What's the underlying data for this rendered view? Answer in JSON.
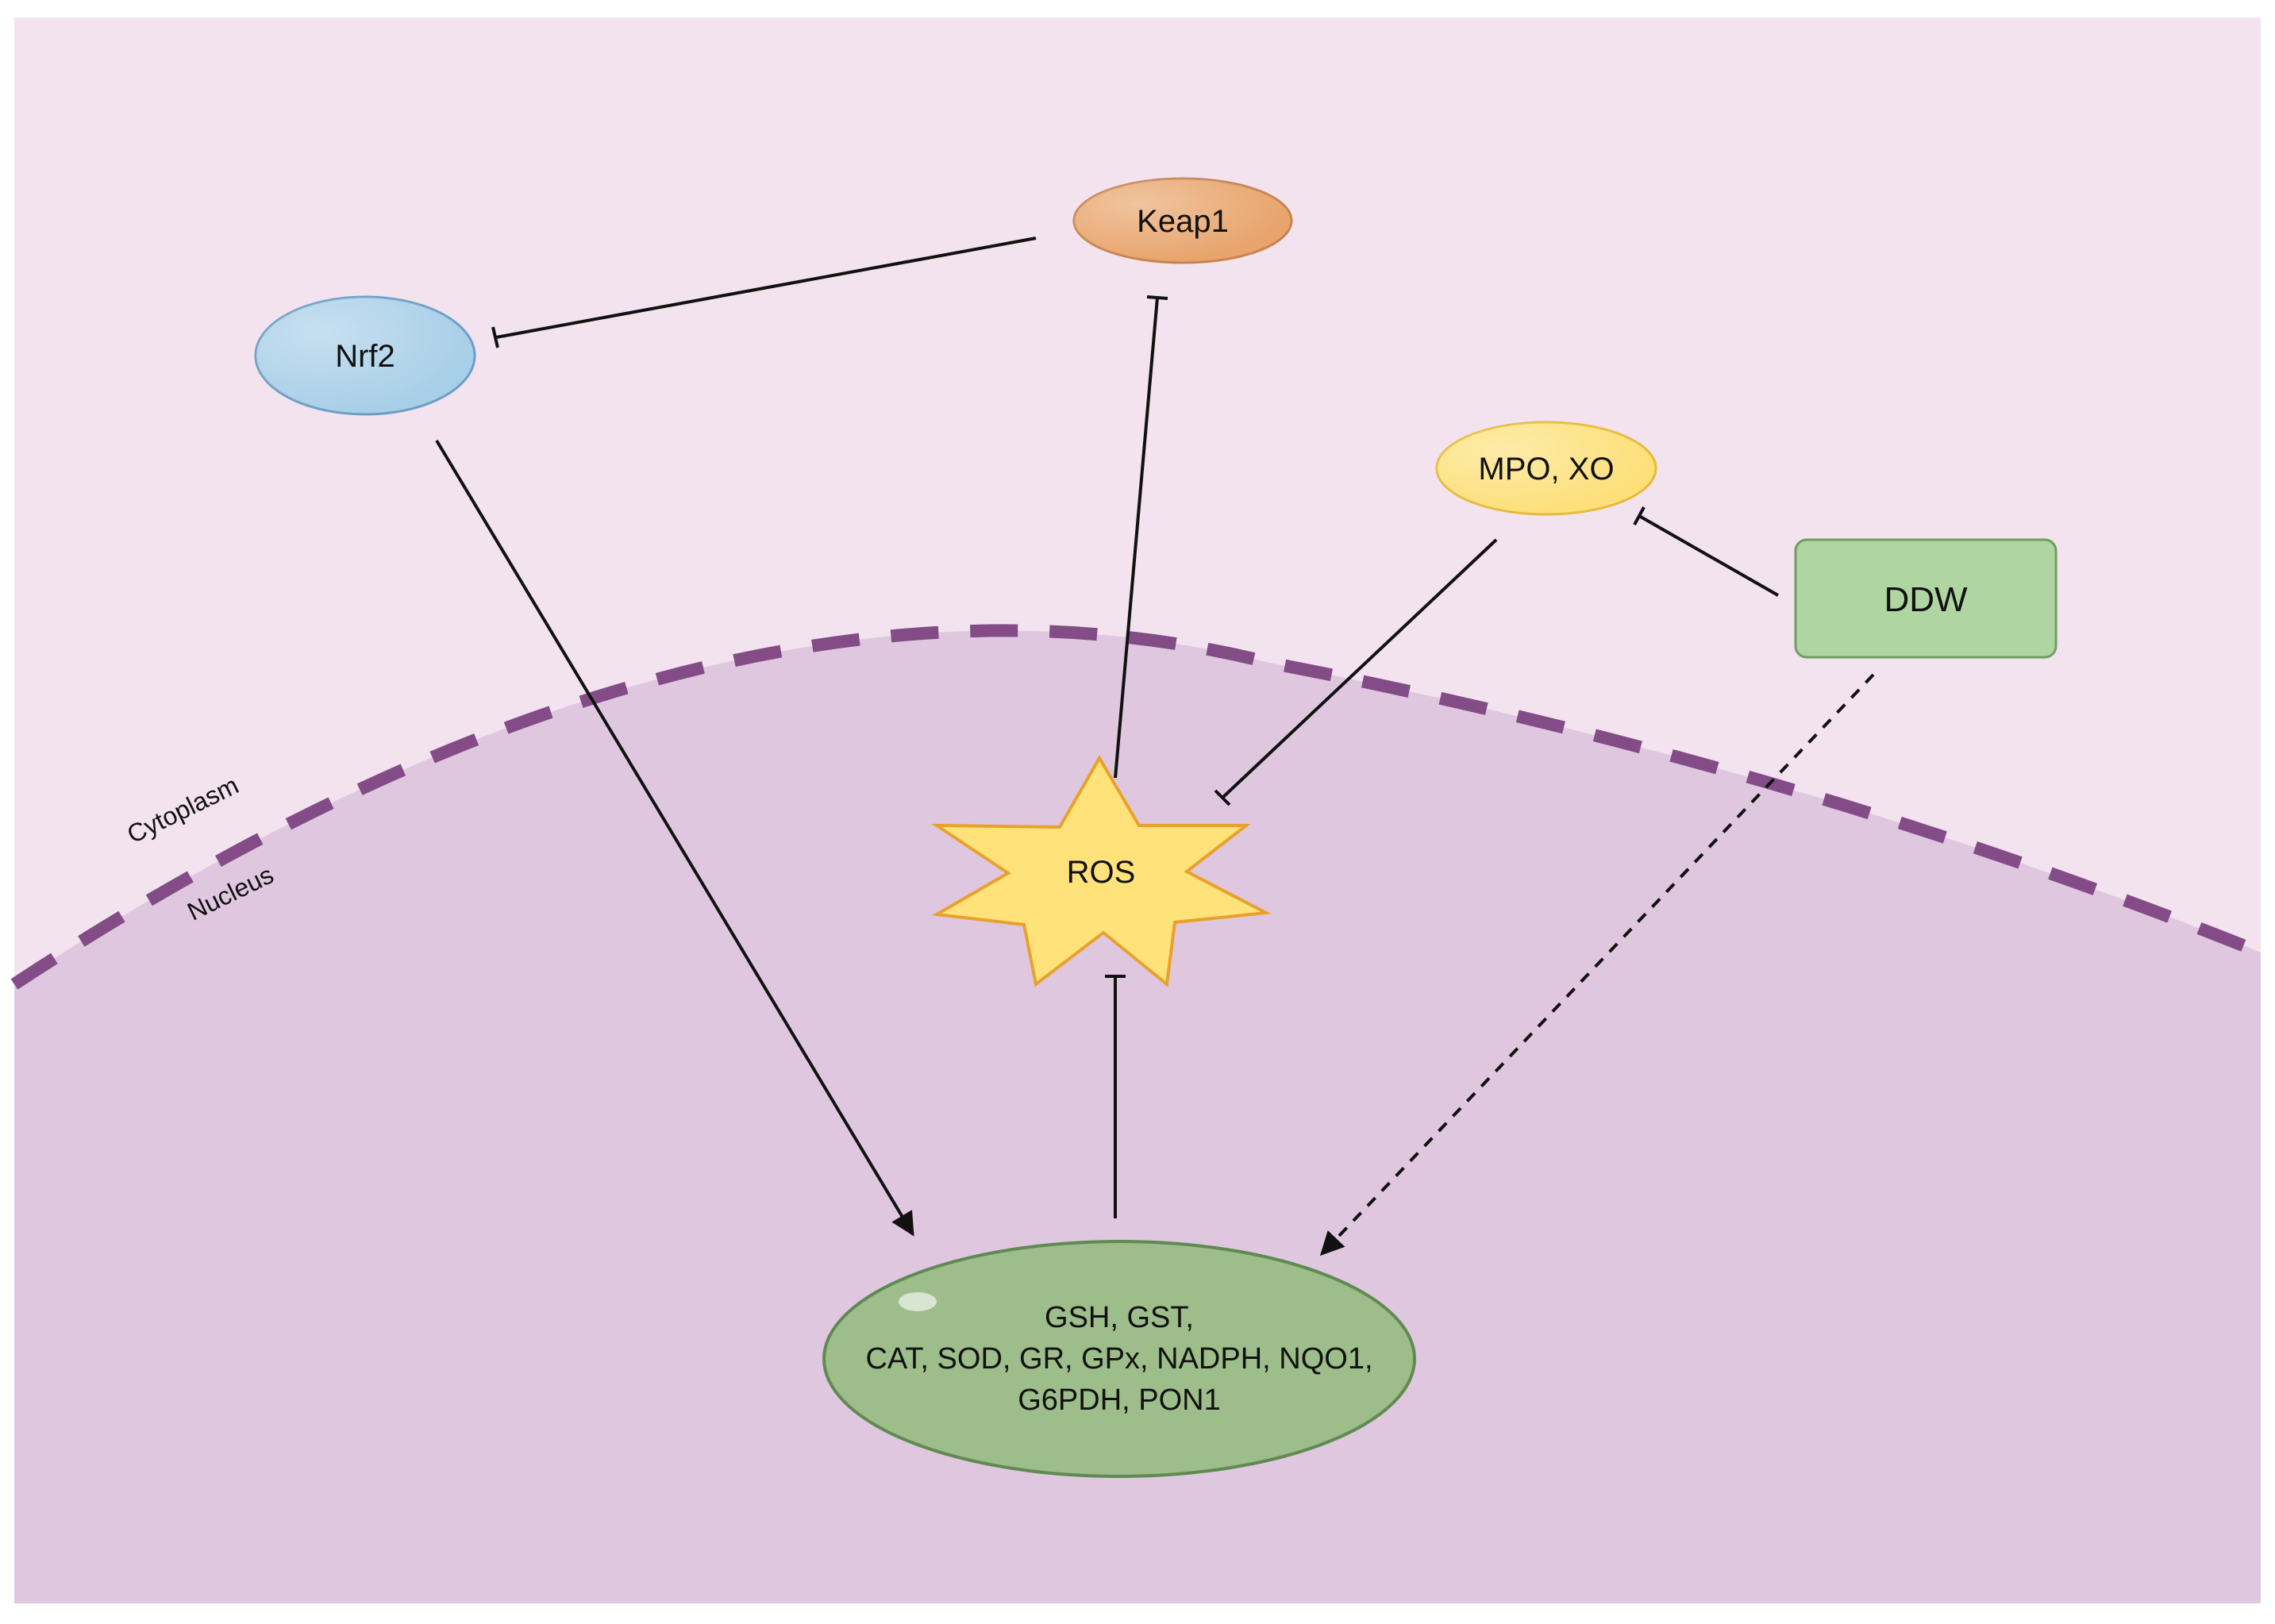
{
  "regions": {
    "cytoplasm_label": "Cytoplasm",
    "nucleus_label": "Nucleus"
  },
  "nodes": {
    "keap1": {
      "label": "Keap1"
    },
    "nrf2": {
      "label": "Nrf2"
    },
    "mpo_xo": {
      "label": "MPO, XO"
    },
    "ddw": {
      "label": "DDW"
    },
    "ros": {
      "label": "ROS"
    },
    "enzymes": {
      "lines": [
        "GSH, GST,",
        "CAT, SOD, GR, GPx, NADPH, NQO1,",
        "G6PDH, PON1"
      ]
    }
  },
  "edges": [
    {
      "from": "Keap1",
      "to": "Nrf2",
      "kind": "inhibition"
    },
    {
      "from": "ROS",
      "to": "Keap1",
      "kind": "inhibition"
    },
    {
      "from": "Nrf2",
      "to": "GSH, GST, CAT, SOD, GR, GPx, NADPH, NQO1, G6PDH, PON1",
      "kind": "activation"
    },
    {
      "from": "DDW",
      "to": "MPO, XO",
      "kind": "inhibition"
    },
    {
      "from": "MPO, XO",
      "to": "ROS",
      "kind": "inhibition"
    },
    {
      "from": "GSH, GST, CAT, SOD, GR, GPx, NADPH, NQO1, G6PDH, PON1",
      "to": "ROS",
      "kind": "inhibition"
    },
    {
      "from": "DDW",
      "to": "GSH, GST, CAT, SOD, GR, GPx, NADPH, NQO1, G6PDH, PON1",
      "kind": "activation-dashed"
    }
  ],
  "colors": {
    "cytoplasm": "#f2e3ef",
    "nucleus": "#e0c7e0",
    "membrane": "#834c87",
    "keap1": "#e8a46c",
    "nrf2": "#a8cfe8",
    "mpo_xo": "#fde07a",
    "ddw": "#aed5a2",
    "ros": "#ffe27a",
    "enzymes": "#9dbd8a",
    "line": "#111111"
  }
}
